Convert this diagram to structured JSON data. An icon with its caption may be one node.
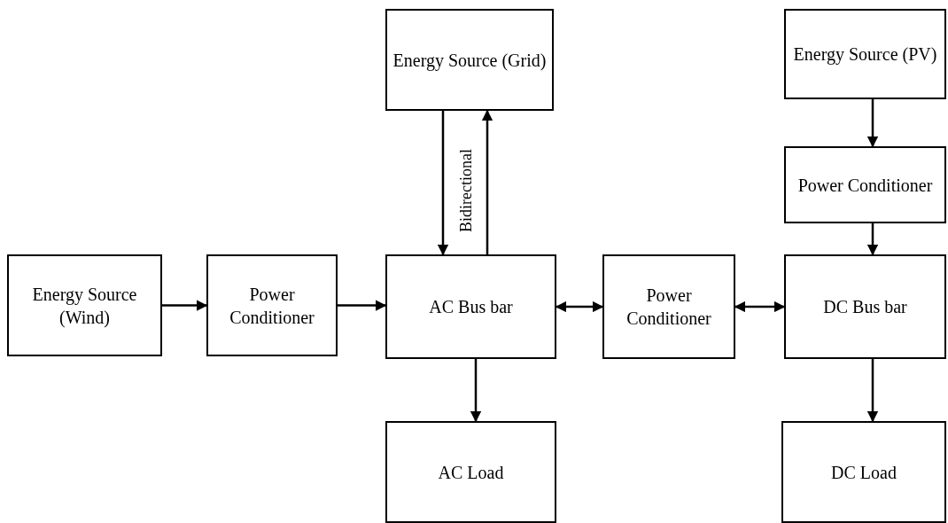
{
  "diagram": {
    "nodes": [
      {
        "text": [
          "Energy Source (Grid)"
        ]
      },
      {
        "text": [
          "Energy Source (PV)"
        ]
      },
      {
        "text": [
          "Power Conditioner"
        ]
      },
      {
        "text": [
          "Energy Source (Wind)"
        ]
      },
      {
        "text": [
          "Power Conditioner"
        ]
      },
      {
        "text": [
          "AC Bus bar"
        ]
      },
      {
        "text": [
          "Power Conditioner"
        ]
      },
      {
        "text": [
          "DC Bus bar"
        ]
      },
      {
        "text": [
          "AC Load"
        ]
      },
      {
        "text": [
          "DC Load"
        ]
      }
    ],
    "edges": [
      {
        "from": 3,
        "to": 4,
        "arrow": "to"
      },
      {
        "from": 4,
        "to": 5,
        "arrow": "to"
      },
      {
        "from": 0,
        "to": 5,
        "arrow": "to"
      },
      {
        "from": 5,
        "to": 0,
        "arrow": "to"
      },
      {
        "from": 5,
        "to": 6,
        "arrow": "both"
      },
      {
        "from": 6,
        "to": 7,
        "arrow": "both"
      },
      {
        "from": 1,
        "to": 2,
        "arrow": "to"
      },
      {
        "from": 2,
        "to": 7,
        "arrow": "to"
      },
      {
        "from": 5,
        "to": 8,
        "arrow": "to"
      },
      {
        "from": 7,
        "to": 9,
        "arrow": "to"
      }
    ],
    "labels": [
      "Bidirectional"
    ]
  }
}
